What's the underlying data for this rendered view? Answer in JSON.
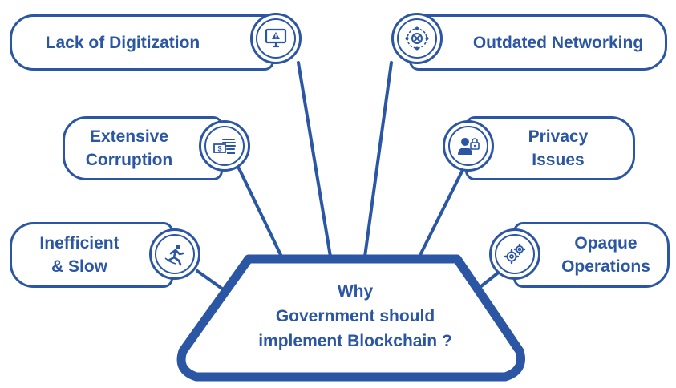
{
  "center": {
    "line1": "Why",
    "line2": "Government should",
    "line3": "implement Blockchain ?"
  },
  "nodes": {
    "lack_of_digitization": {
      "label": "Lack of Digitization",
      "icon": "monitor-warning-icon"
    },
    "outdated_networking": {
      "label": "Outdated Networking",
      "icon": "network-hub-icon"
    },
    "extensive_corruption": {
      "line1": "Extensive",
      "line2": "Corruption",
      "icon": "money-bribe-icon"
    },
    "privacy_issues": {
      "line1": "Privacy",
      "line2": "Issues",
      "icon": "user-lock-icon"
    },
    "inefficient_slow": {
      "line1": "Inefficient",
      "line2": "& Slow",
      "icon": "slow-runner-icon"
    },
    "opaque_operations": {
      "line1": "Opaque",
      "line2": "Operations",
      "icon": "gears-icon"
    }
  },
  "colors": {
    "primary": "#2b56a3",
    "background": "#ffffff"
  }
}
